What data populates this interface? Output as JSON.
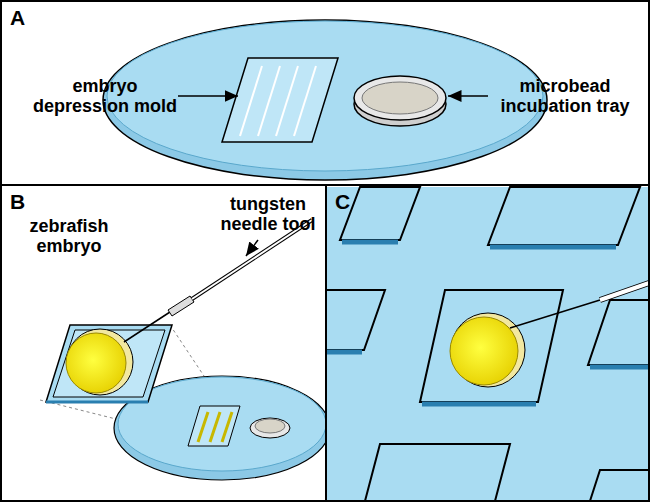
{
  "diagram": {
    "nodes": [
      {
        "text": [
          "A",
          "embryo depression mold",
          "microbead incubation tray"
        ]
      },
      {
        "text": [
          "B",
          "zebrafish embryo",
          "tungsten needle tool"
        ]
      },
      {
        "text": [
          "C"
        ]
      }
    ]
  }
}
